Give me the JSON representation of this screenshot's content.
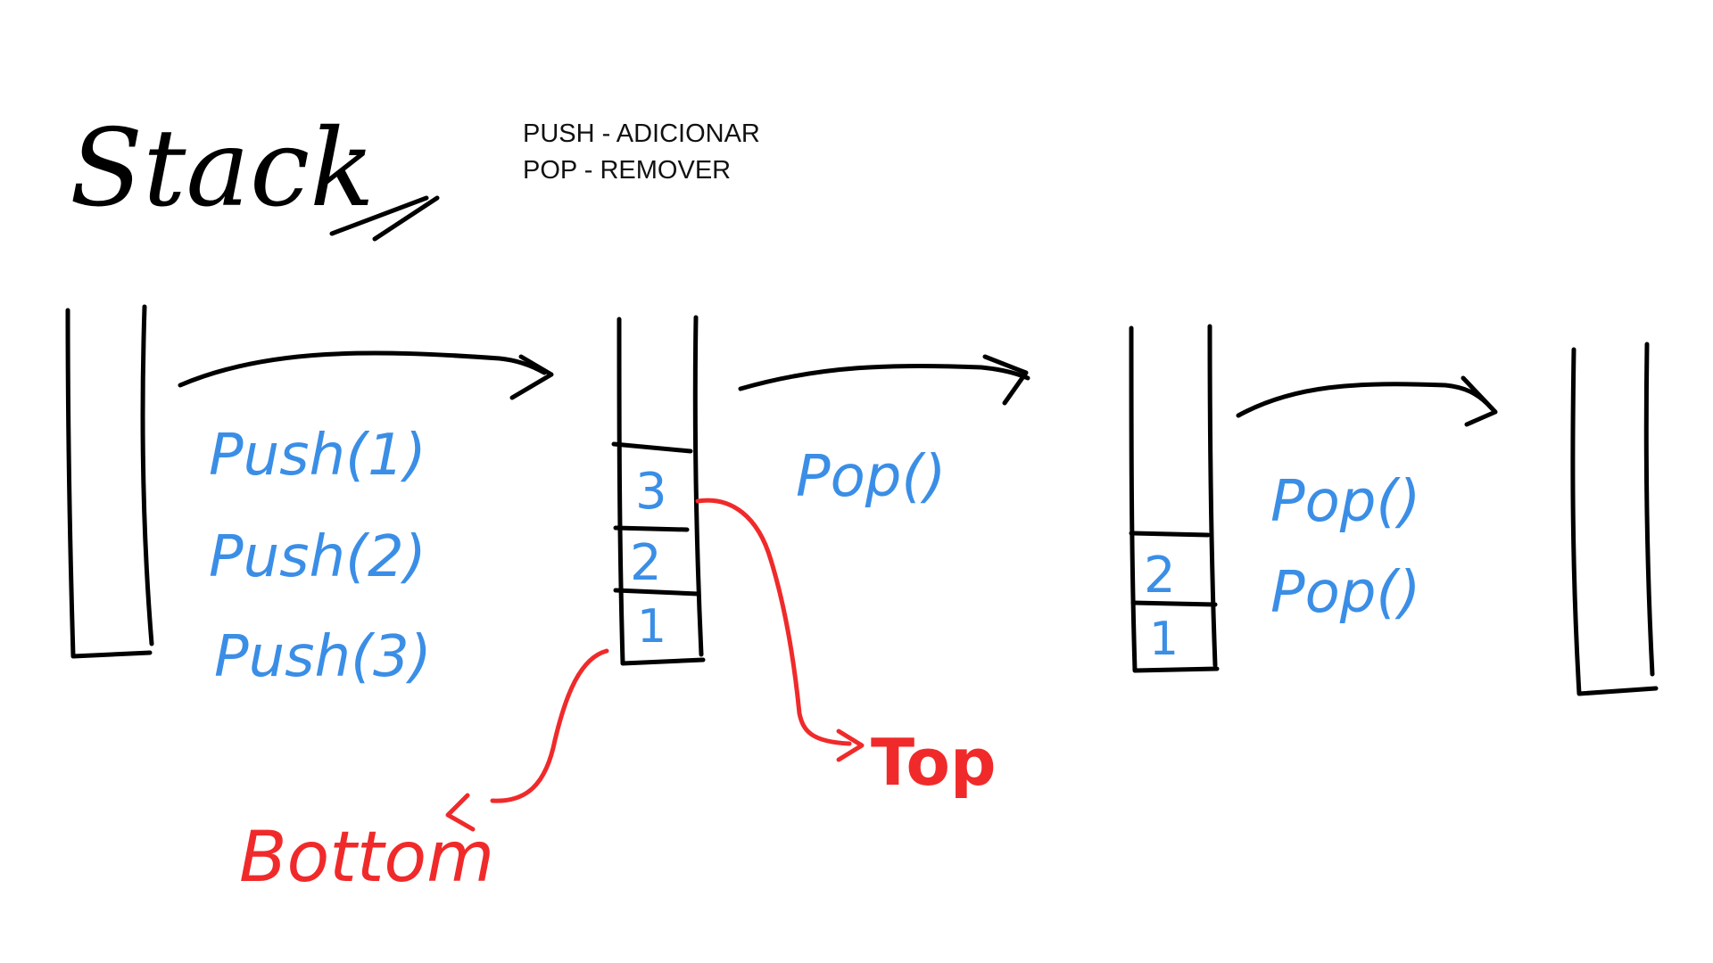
{
  "title": "Stack",
  "legend": {
    "push_line": "PUSH - ADICIONAR",
    "pop_line": "POP - REMOVER"
  },
  "operations": {
    "push_1": "Push(1)",
    "push_2": "Push(2)",
    "push_3": "Push(3)",
    "pop_a": "Pop()",
    "pop_b": "Pop()",
    "pop_c": "Pop()"
  },
  "stacks": {
    "full": [
      "3",
      "2",
      "1"
    ],
    "after_pop": [
      "2",
      "1"
    ]
  },
  "labels": {
    "top": "Top",
    "bottom": "Bottom"
  },
  "colors": {
    "ink": "#000000",
    "operation": "#3a8ee6",
    "annotation": "#f02a2a"
  }
}
